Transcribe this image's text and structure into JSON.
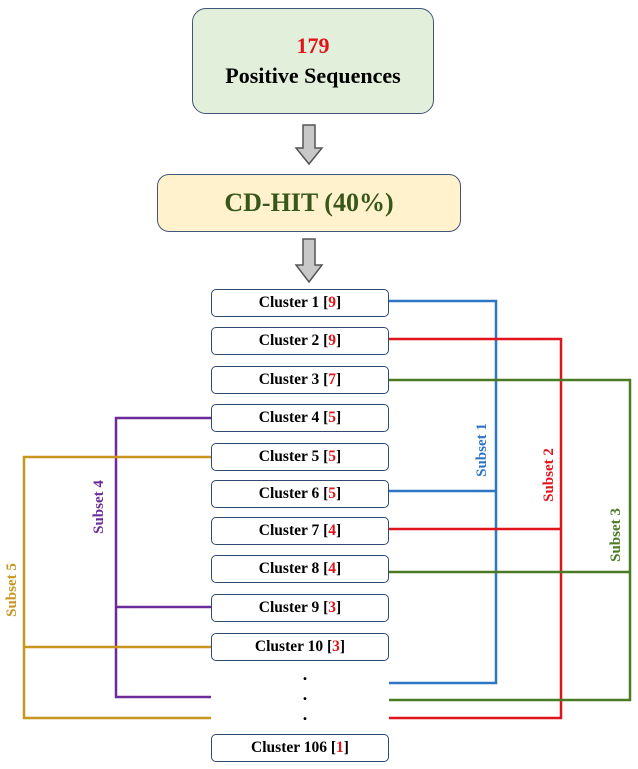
{
  "top_box": {
    "count": "179",
    "label": "Positive Sequences"
  },
  "method_box": {
    "label": "CD-HIT (40%)"
  },
  "clusters": [
    {
      "name": "Cluster 1",
      "count": "9"
    },
    {
      "name": "Cluster 2",
      "count": "9"
    },
    {
      "name": "Cluster 3",
      "count": "7"
    },
    {
      "name": "Cluster 4",
      "count": "5"
    },
    {
      "name": "Cluster 5",
      "count": "5"
    },
    {
      "name": "Cluster 6",
      "count": "5"
    },
    {
      "name": "Cluster 7",
      "count": "4"
    },
    {
      "name": "Cluster 8",
      "count": "4"
    },
    {
      "name": "Cluster 9",
      "count": "3"
    },
    {
      "name": "Cluster 10",
      "count": "3"
    },
    {
      "name": "Cluster 106",
      "count": "1"
    }
  ],
  "ellipsis": ".",
  "subsets": [
    {
      "label": "Subset 1",
      "color": "#2e75c4"
    },
    {
      "label": "Subset 2",
      "color": "#e0141b"
    },
    {
      "label": "Subset 3",
      "color": "#4a7a24"
    },
    {
      "label": "Subset 4",
      "color": "#6b2c9a"
    },
    {
      "label": "Subset 5",
      "color": "#c8961e"
    }
  ]
}
